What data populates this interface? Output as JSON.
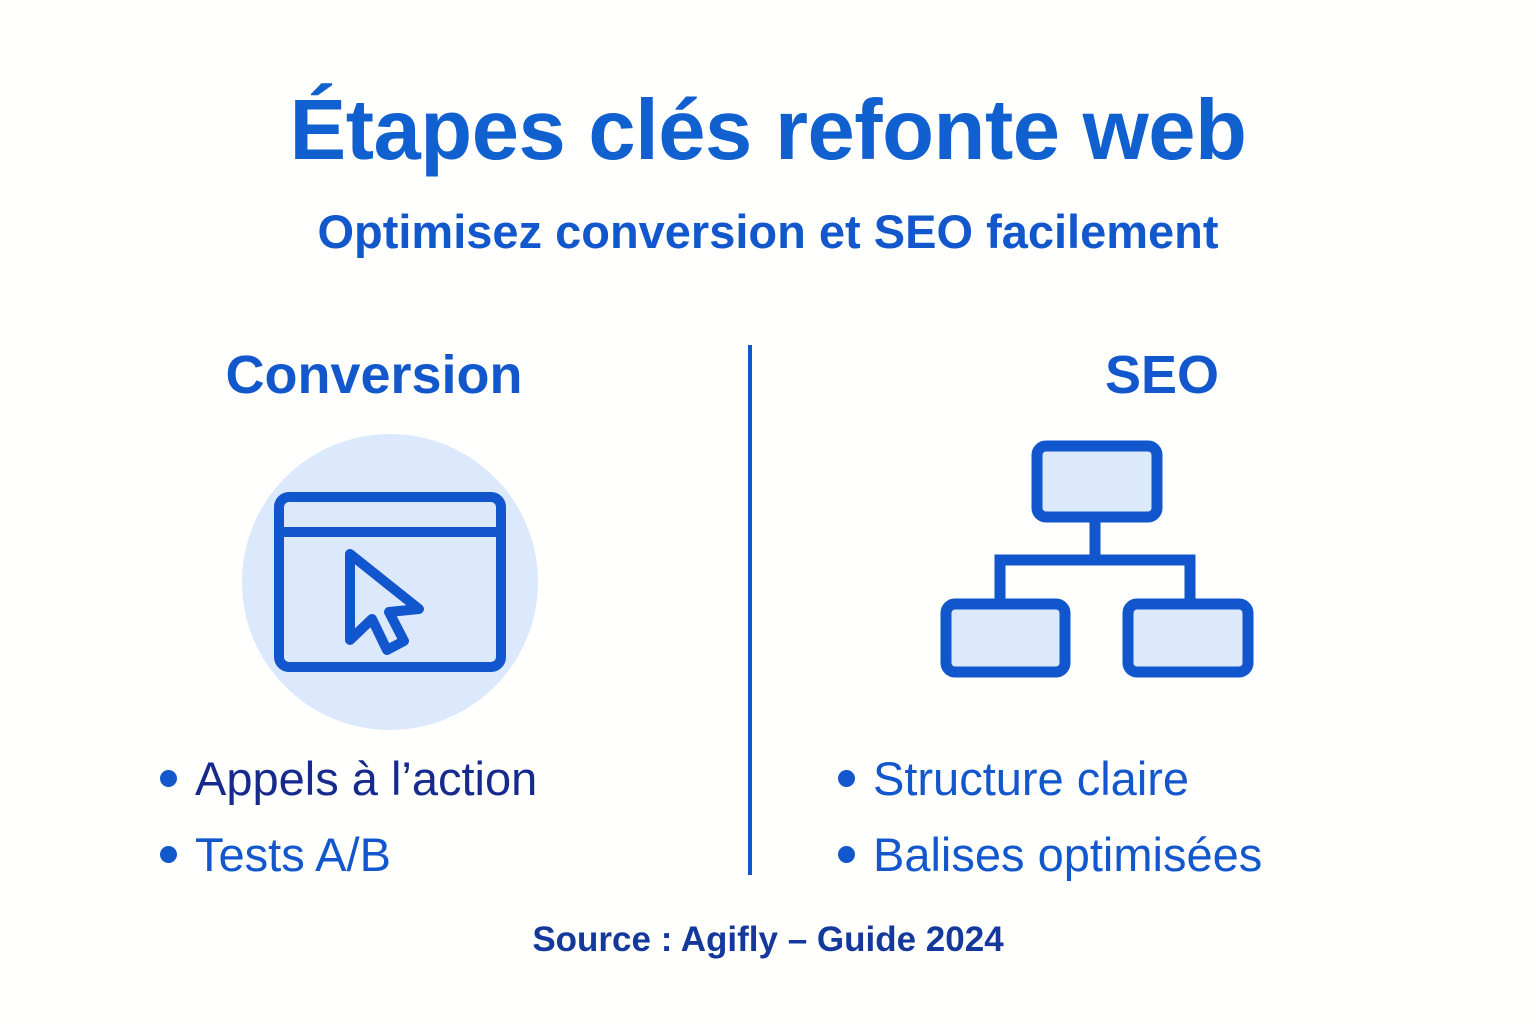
{
  "header": {
    "title": "Étapes clés refonte web",
    "subtitle": "Optimisez conversion et SEO facilement"
  },
  "columns": {
    "left": {
      "heading": "Conversion",
      "icon": "browser-cursor-icon",
      "bullets": [
        "Appels à l’action",
        "Tests A/B"
      ]
    },
    "right": {
      "heading": "SEO",
      "icon": "sitemap-hierarchy-icon",
      "bullets": [
        "Structure claire",
        "Balises optimisées"
      ]
    }
  },
  "footer": {
    "source": "Source : Agifly – Guide 2024"
  },
  "colors": {
    "background": "#FFFFFD",
    "title_blue": "#1060D0",
    "body_blue": "#1257CC",
    "dark_navy": "#152A8C",
    "source_navy": "#15389C",
    "icon_fill_light": "#DCE9FC",
    "icon_stroke": "#1156CC"
  }
}
